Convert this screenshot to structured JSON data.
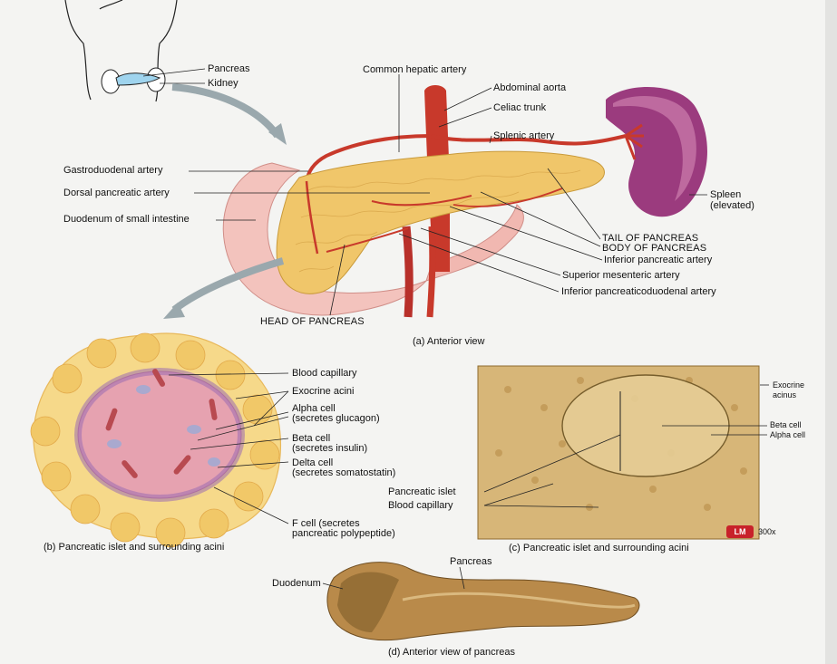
{
  "figure_a": {
    "caption": "(a) Anterior view",
    "inset_labels": {
      "pancreas": "Pancreas",
      "kidney": "Kidney"
    },
    "labels": {
      "common_hepatic_artery": "Common hepatic artery",
      "abdominal_aorta": "Abdominal aorta",
      "celiac_trunk": "Celiac trunk",
      "splenic_artery": "Splenic artery",
      "gastroduodenal_artery": "Gastroduodenal artery",
      "dorsal_pancreatic_artery": "Dorsal pancreatic artery",
      "duodenum_small_intestine": "Duodenum of small intestine",
      "spleen_line1": "Spleen",
      "spleen_line2": "(elevated)",
      "tail_of_pancreas": "TAIL OF PANCREAS",
      "body_of_pancreas": "BODY OF PANCREAS",
      "inferior_pancreatic_artery": "Inferior pancreatic artery",
      "superior_mesenteric_artery": "Superior mesenteric artery",
      "inferior_pancreaticoduodenal_artery": "Inferior pancreaticoduodenal artery",
      "head_of_pancreas": "HEAD OF PANCREAS"
    }
  },
  "figure_b": {
    "caption": "(b) Pancreatic islet and surrounding acini",
    "labels": {
      "blood_capillary": "Blood capillary",
      "exocrine_acini": "Exocrine acini",
      "alpha_cell_line1": "Alpha cell",
      "alpha_cell_line2": "(secretes glucagon)",
      "beta_cell_line1": "Beta cell",
      "beta_cell_line2": "(secretes insulin)",
      "delta_cell_line1": "Delta cell",
      "delta_cell_line2": "(secretes somatostatin)",
      "f_cell_line1": "F cell (secretes",
      "f_cell_line2": "pancreatic polypeptide)"
    }
  },
  "figure_c": {
    "caption": "(c) Pancreatic islet and surrounding acini",
    "labels": {
      "exocrine_acinus_line1": "Exocrine",
      "exocrine_acinus_line2": "acinus",
      "beta_cell": "Beta cell",
      "alpha_cell": "Alpha cell",
      "pancreatic_islet": "Pancreatic islet",
      "blood_capillary": "Blood capillary",
      "lm_badge": "LM",
      "magnification": "300x"
    }
  },
  "figure_d": {
    "caption": "(d) Anterior view of pancreas",
    "labels": {
      "pancreas": "Pancreas",
      "duodenum": "Duodenum"
    }
  },
  "colors": {
    "pancreas": "#f0c66a",
    "artery": "#c8392b",
    "spleen": "#9b3b7e",
    "duodenum": "#f3c3bd",
    "islet": "#e6a2b0",
    "acini": "#f6d98a",
    "micrograph": "#d7b678",
    "specimen": "#b98a4a"
  }
}
